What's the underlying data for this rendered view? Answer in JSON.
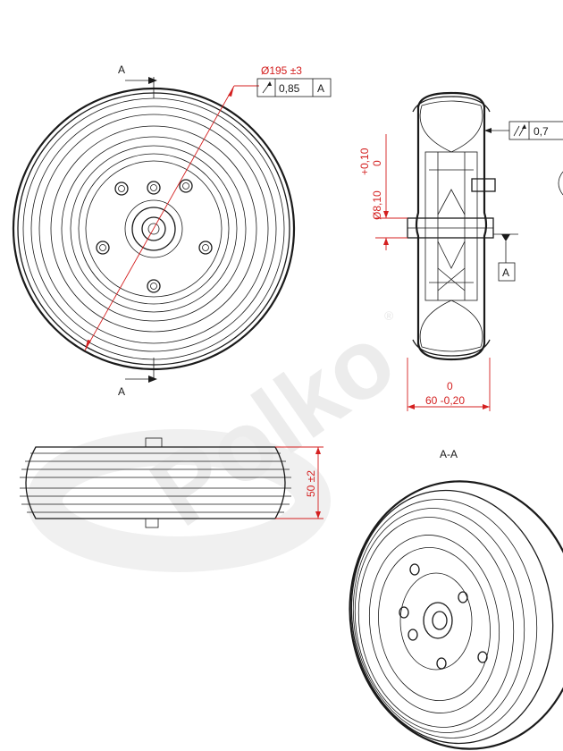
{
  "watermark": {
    "brand": "Polko",
    "mark": "®"
  },
  "section_marks": {
    "top_label": "A",
    "bottom_label": "A"
  },
  "front_view": {
    "diameter_dim": "Ø195 ±3",
    "runout_tolerance": {
      "value": "0,85",
      "datum": "A"
    }
  },
  "section_view": {
    "runout_tolerance": {
      "value": "0,7"
    },
    "bore_dim": {
      "nominal": "Ø8,10",
      "upper": "+0,10",
      "lower": "0"
    },
    "width_dim": {
      "upper": "0",
      "main": "60 -0,20"
    },
    "datum_label": "A"
  },
  "side_view": {
    "height_dim": "50 ±2"
  },
  "iso_view": {
    "title": "A-A"
  },
  "colors": {
    "dimension": "#d42020",
    "line": "#1a1a1a",
    "watermark": "#ececec"
  }
}
